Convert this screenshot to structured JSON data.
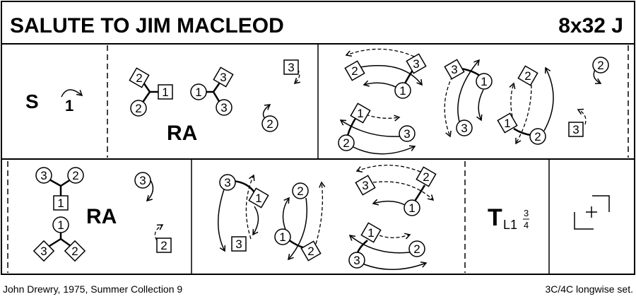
{
  "header": {
    "title": "SALUTE TO JIM MACLEOD",
    "formation": "8x32 J"
  },
  "cells": {
    "setting": {
      "figure": "S",
      "dancer": "1"
    },
    "rights1": {
      "figure": "RA",
      "dancers": [
        "2",
        "1",
        "2",
        "1",
        "3",
        "3",
        "3",
        "2"
      ]
    },
    "reels1": {
      "dancers": [
        "2",
        "3",
        "1",
        "1",
        "3",
        "2",
        "3",
        "1",
        "3",
        "2",
        "1",
        "2",
        "2",
        "3"
      ]
    },
    "rights2": {
      "figure": "RA",
      "dancers": [
        "3",
        "2",
        "1",
        "1",
        "3",
        "2",
        "3",
        "2"
      ]
    },
    "reels2": {
      "dancers": [
        "3",
        "1",
        "3",
        "2",
        "1",
        "2",
        "3",
        "2",
        "1",
        "1",
        "2",
        "3"
      ]
    },
    "turn": {
      "figure": "T",
      "sub": "L1",
      "frac_num": "3",
      "frac_den": "4"
    },
    "cross": {
      "symbol": "corner-cross-icon"
    }
  },
  "footer": {
    "left": "John Drewry, 1975, Summer Collection 9",
    "right": "3C/4C longwise set."
  }
}
